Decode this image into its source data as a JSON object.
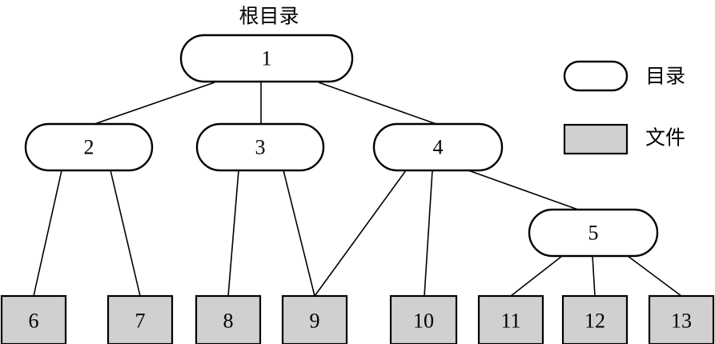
{
  "root_caption": "根目录",
  "legend": {
    "directory_label": "目录",
    "file_label": "文件"
  },
  "nodes": {
    "n1": "1",
    "n2": "2",
    "n3": "3",
    "n4": "4",
    "n5": "5",
    "n6": "6",
    "n7": "7",
    "n8": "8",
    "n9": "9",
    "n10": "10",
    "n11": "11",
    "n12": "12",
    "n13": "13"
  },
  "colors": {
    "directory_fill": "#ffffff",
    "file_fill": "#d0d0d0",
    "stroke": "#000000"
  },
  "edges": [
    [
      "n1",
      "n2"
    ],
    [
      "n1",
      "n3"
    ],
    [
      "n1",
      "n4"
    ],
    [
      "n2",
      "n6"
    ],
    [
      "n2",
      "n7"
    ],
    [
      "n3",
      "n8"
    ],
    [
      "n3",
      "n9"
    ],
    [
      "n4",
      "n9"
    ],
    [
      "n4",
      "n10"
    ],
    [
      "n4",
      "n5"
    ],
    [
      "n5",
      "n11"
    ],
    [
      "n5",
      "n12"
    ],
    [
      "n5",
      "n13"
    ]
  ]
}
